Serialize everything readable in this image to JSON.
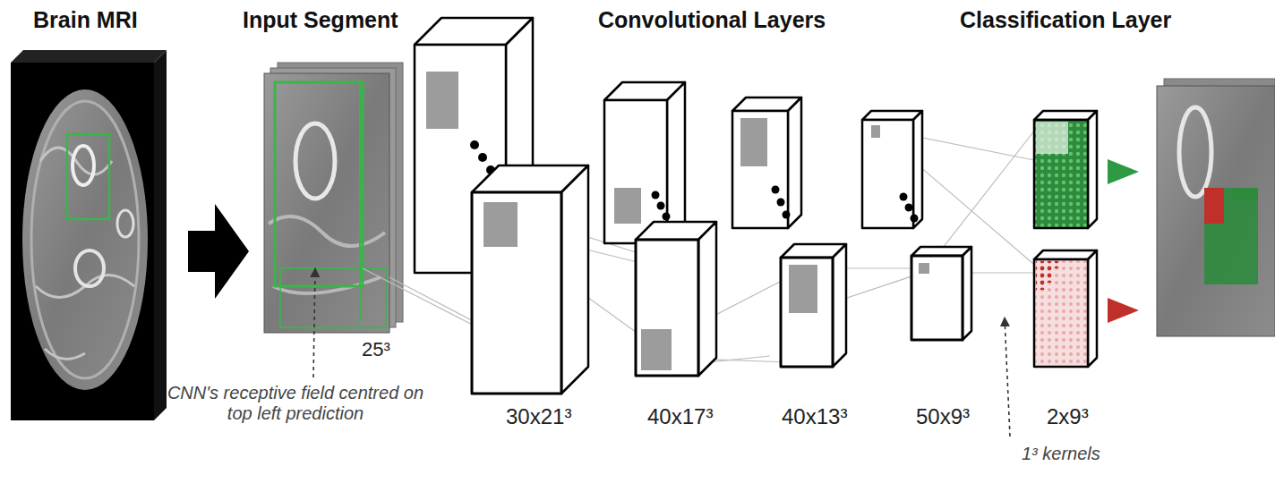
{
  "diagram": {
    "labels": [
      "Brain MRI",
      "Input Segment",
      "Convolutional Layers",
      "Classification Layer",
      "25³",
      "CNN's receptive field centred on top left prediction",
      "30x21³",
      "40x17³",
      "40x13³",
      "50x9³",
      "2x9³",
      "1³ kernels"
    ]
  }
}
